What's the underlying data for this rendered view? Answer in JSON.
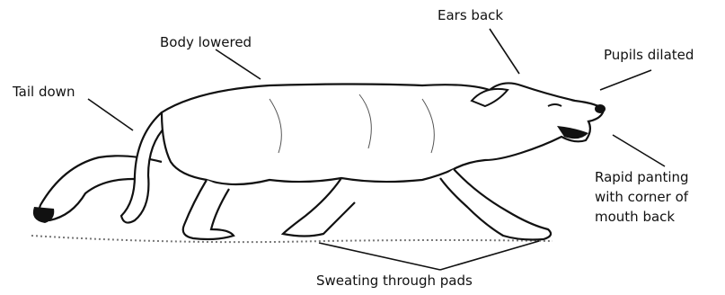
{
  "diagram": {
    "labels": {
      "ears_back": "Ears back",
      "body_lowered": "Body lowered",
      "pupils_dilated": "Pupils dilated",
      "tail_down": "Tail down",
      "panting_line1": "Rapid panting",
      "panting_line2": "with corner of",
      "panting_line3": "mouth back",
      "sweating": "Sweating through pads"
    },
    "colors": {
      "ink": "#111111",
      "background": "#ffffff"
    }
  }
}
